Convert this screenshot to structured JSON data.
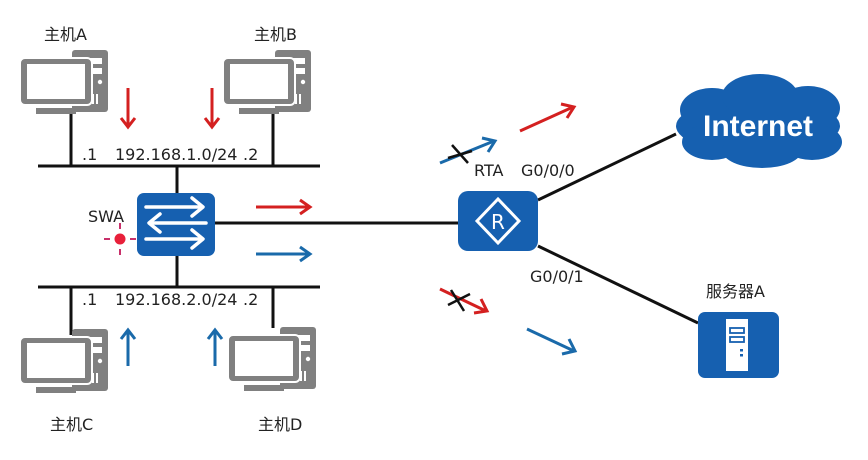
{
  "hosts": [
    {
      "id": "A",
      "name": "主机A",
      "ip_suffix": ".1"
    },
    {
      "id": "B",
      "name": "主机B",
      "ip_suffix": ".2"
    },
    {
      "id": "C",
      "name": "主机C",
      "ip_suffix": ".1"
    },
    {
      "id": "D",
      "name": "主机D",
      "ip_suffix": ".2"
    }
  ],
  "subnets": {
    "top": "192.168.1.0/24",
    "bottom": "192.168.2.0/24"
  },
  "switch": {
    "name": "SWA"
  },
  "router": {
    "name": "RTA",
    "glyph": "R",
    "interfaces": {
      "internet": "G0/0/0",
      "server": "G0/0/1"
    }
  },
  "cloud": {
    "label": "Internet"
  },
  "server": {
    "name": "服务器A"
  },
  "colors": {
    "device_blue": "#1660b0",
    "pc_gray": "#808080",
    "flow_red": "#d42020",
    "flow_blue": "#1a6aaa",
    "line": "#111111"
  },
  "flows": [
    {
      "subnet": "192.168.1.0/24",
      "color": "red",
      "to": "Internet",
      "blocked_to": "服务器A"
    },
    {
      "subnet": "192.168.2.0/24",
      "color": "blue",
      "to": "服务器A",
      "blocked_to": "Internet"
    }
  ]
}
